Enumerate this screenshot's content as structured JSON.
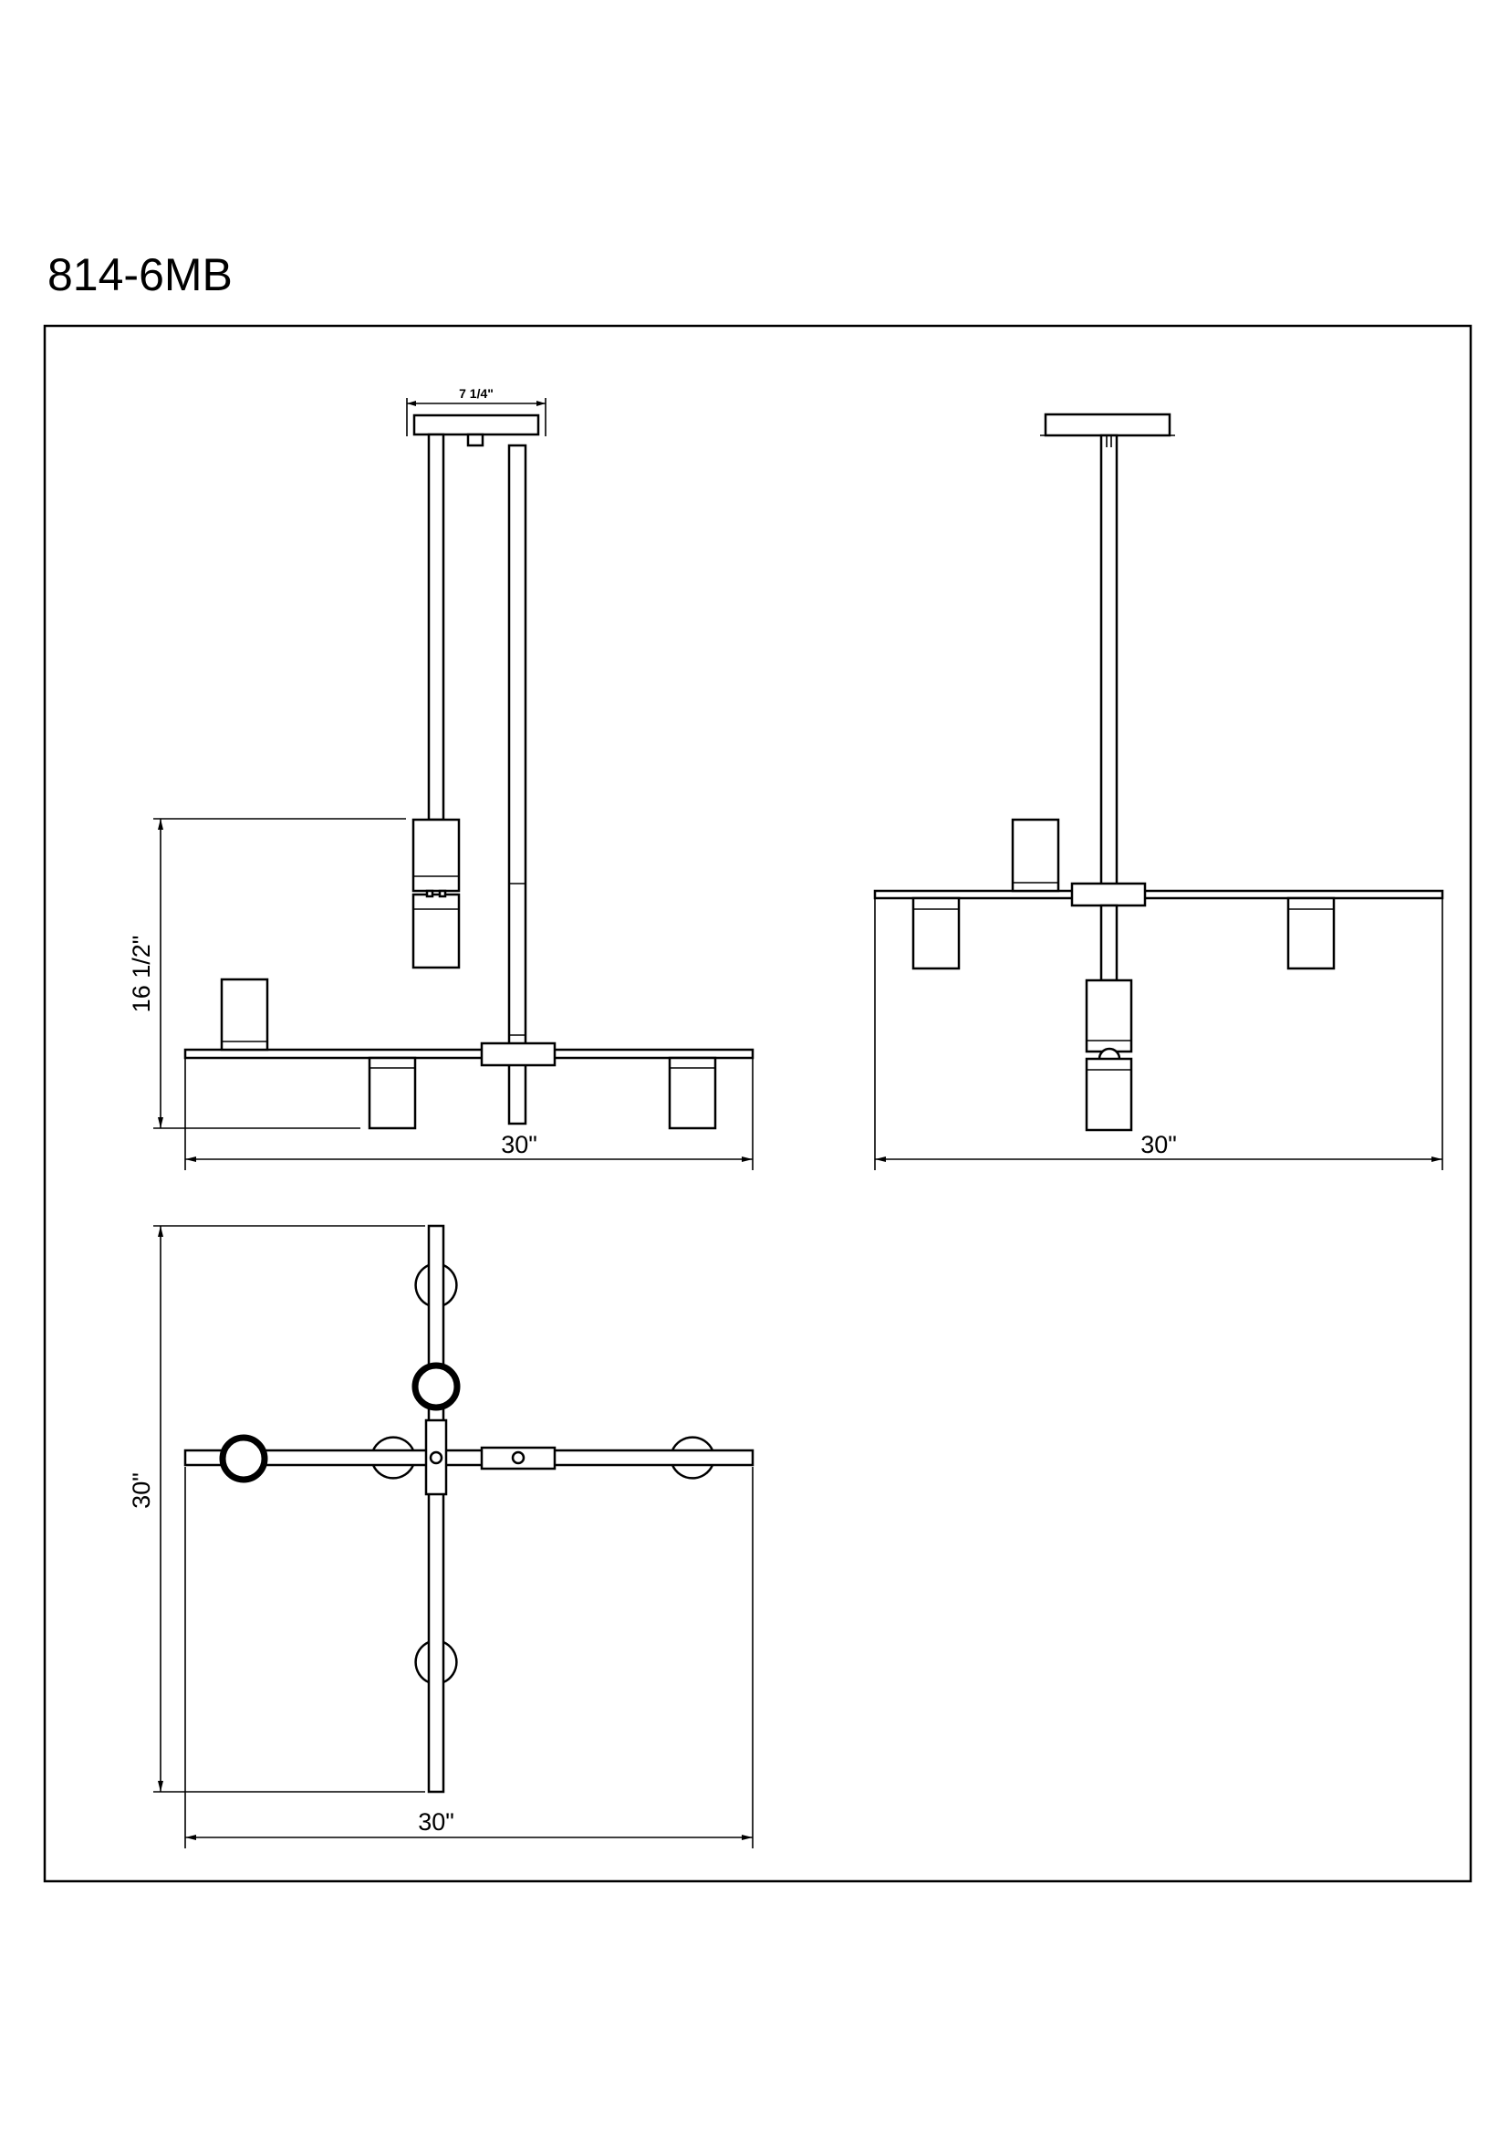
{
  "document": {
    "model_number": "814-6MB"
  },
  "side_view": {
    "canopy_width_label": "7 1/4\"",
    "height_label": "16 1/2\"",
    "width_label": "30\""
  },
  "front_view": {
    "width_label": "30\""
  },
  "top_view": {
    "depth_label": "30\"",
    "width_label": "30\""
  },
  "colors": {
    "line": "#000000",
    "background": "#ffffff"
  }
}
